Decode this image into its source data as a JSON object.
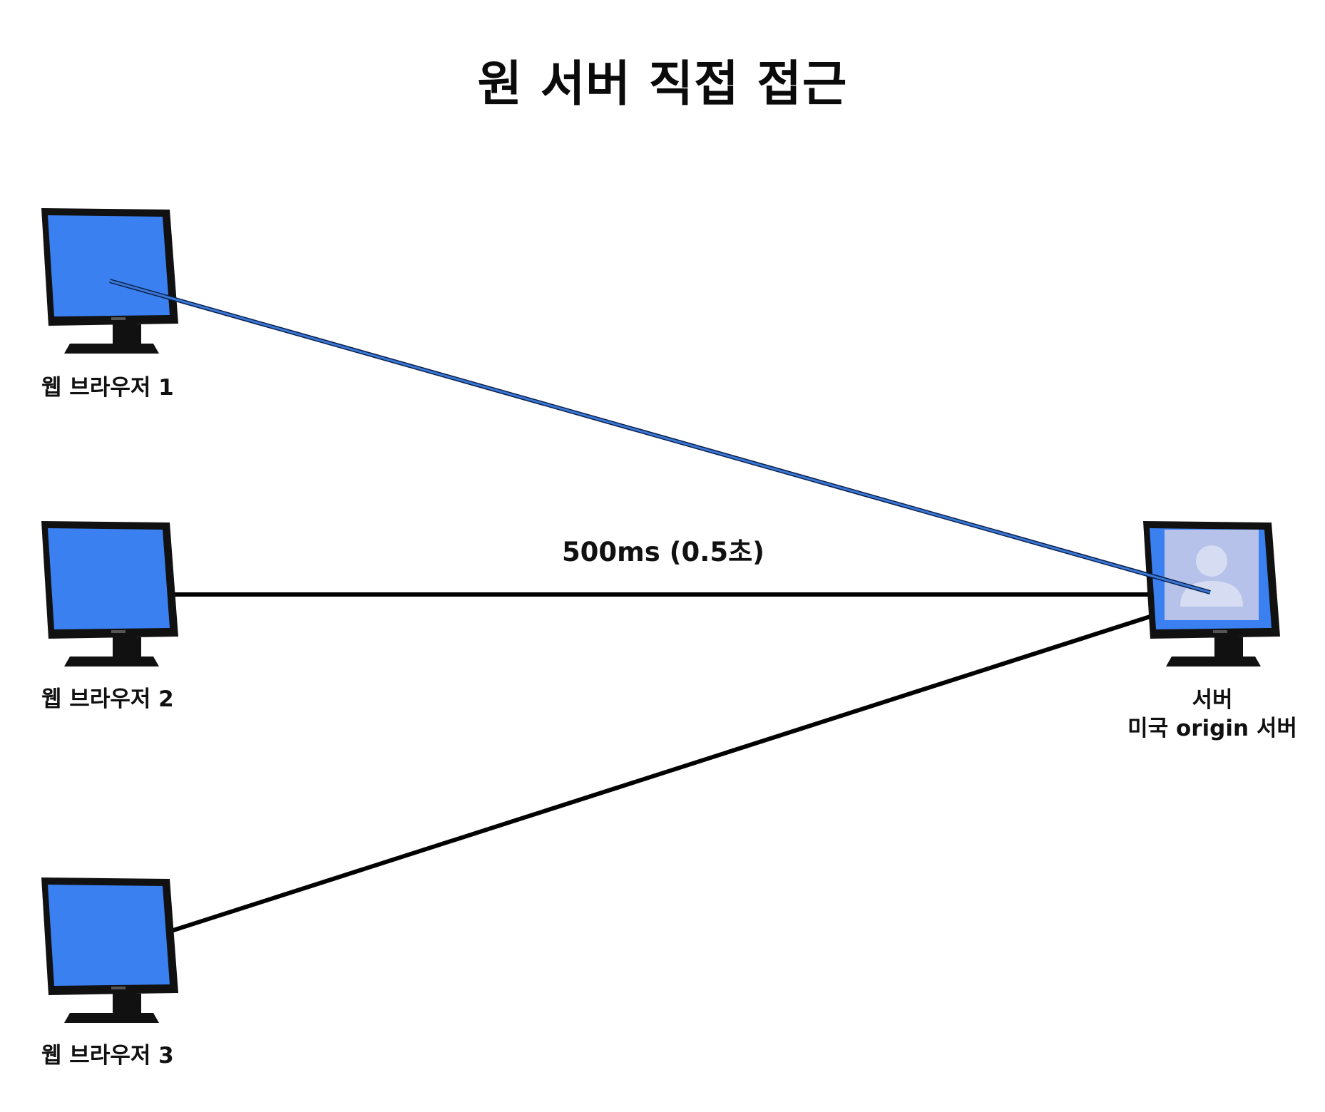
{
  "title": "원 서버 직접 접근",
  "browsers": [
    {
      "label": "웹 브라우저 1"
    },
    {
      "label": "웹 브라우저 2"
    },
    {
      "label": "웹 브라우저 3"
    }
  ],
  "server": {
    "label": "서버",
    "sublabel": "미국 origin 서버"
  },
  "connection": {
    "latency_label": "500ms (0.5초)"
  },
  "colors": {
    "screen": "#3b80f0",
    "bezel": "#111111",
    "highlight_line": "#3a78d6",
    "line": "#000000",
    "server_panel": "#b6c2ea",
    "avatar": "#d6dcf2"
  }
}
